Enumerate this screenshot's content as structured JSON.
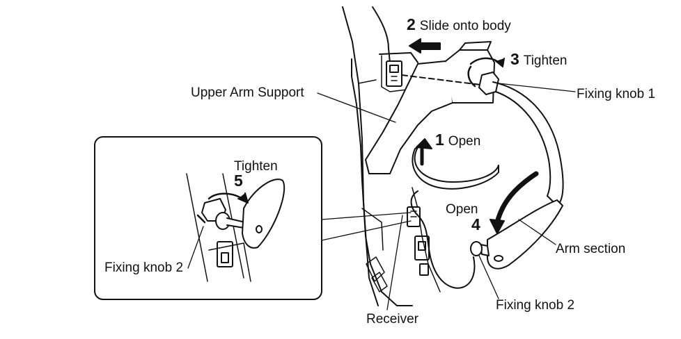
{
  "labels": {
    "slide_step": "2",
    "slide_text": "Slide onto body",
    "tighten_step": "3",
    "tighten_text": "Tighten",
    "upper_arm_support": "Upper Arm Support",
    "fixing_knob_1": "Fixing knob 1",
    "open_step": "1",
    "open_text": "Open",
    "inset_tighten_text": "Tighten",
    "inset_tighten_step": "5",
    "open2_text": "Open",
    "open2_step": "4",
    "arm_section": "Arm section",
    "inset_fixing_knob_2": "Fixing knob 2",
    "fixing_knob_2": "Fixing knob 2",
    "receiver": "Receiver"
  },
  "colors": {
    "line": "#111111",
    "fill": "#ffffff"
  }
}
